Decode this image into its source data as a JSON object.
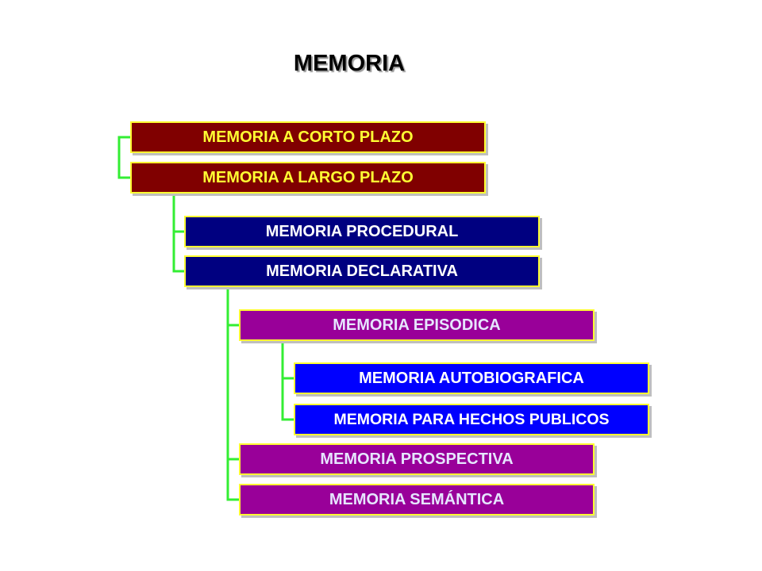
{
  "title": "MEMORIA",
  "colors": {
    "connector": "#33ee33",
    "border": "#ffff33",
    "level0_bg": "#800000",
    "level1_bg": "#000080",
    "level2_bg": "#990099",
    "level3_bg": "#0000ff"
  },
  "nodes": {
    "corto_plazo": "MEMORIA A CORTO PLAZO",
    "largo_plazo": "MEMORIA A LARGO PLAZO",
    "procedural": "MEMORIA PROCEDURAL",
    "declarativa": "MEMORIA DECLARATIVA",
    "episodica": "MEMORIA EPISODICA",
    "autobiografica": "MEMORIA AUTOBIOGRAFICA",
    "hechos_publicos": "MEMORIA PARA HECHOS PUBLICOS",
    "prospectiva": "MEMORIA PROSPECTIVA",
    "semantica": "MEMORIA SEMÁNTICA"
  }
}
